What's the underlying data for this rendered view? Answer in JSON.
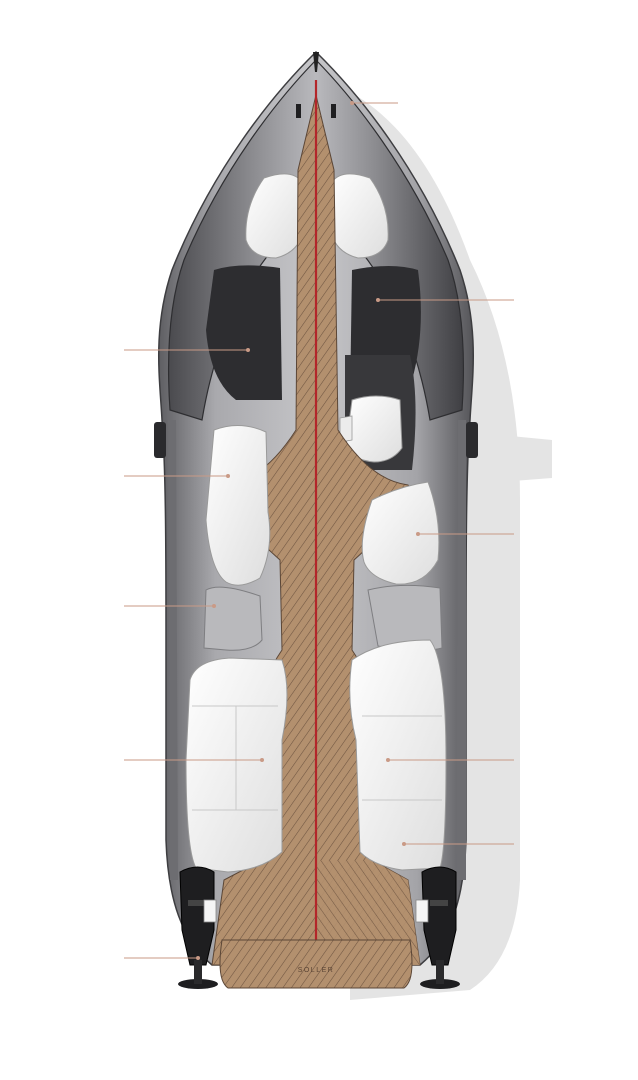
{
  "brand": {
    "stern_mark": "SOLLER"
  },
  "colors": {
    "hull_grey": "#8e8e92",
    "deck_teak": "#b08a68",
    "centerline_red": "#b3262a",
    "upholstery_white": "#f4f4f4",
    "shadow_grey": "#e3e3e3",
    "callout_line": "#c99a86",
    "dark_cockpit": "#2d2d30"
  },
  "callouts": [
    {
      "id": "bow-fitting",
      "side": "right",
      "label": ""
    },
    {
      "id": "bow-storage-locker",
      "side": "right",
      "label": ""
    },
    {
      "id": "bow-seating-well",
      "side": "left",
      "label": ""
    },
    {
      "id": "port-side-deck",
      "side": "left",
      "label": ""
    },
    {
      "id": "starboard-cushion",
      "side": "right",
      "label": ""
    },
    {
      "id": "port-passage",
      "side": "left",
      "label": ""
    },
    {
      "id": "port-sunbed",
      "side": "left",
      "label": ""
    },
    {
      "id": "starboard-sunbed",
      "side": "right",
      "label": ""
    },
    {
      "id": "stern-cushion",
      "side": "right",
      "label": ""
    },
    {
      "id": "port-outboard-motor",
      "side": "left",
      "label": ""
    }
  ]
}
